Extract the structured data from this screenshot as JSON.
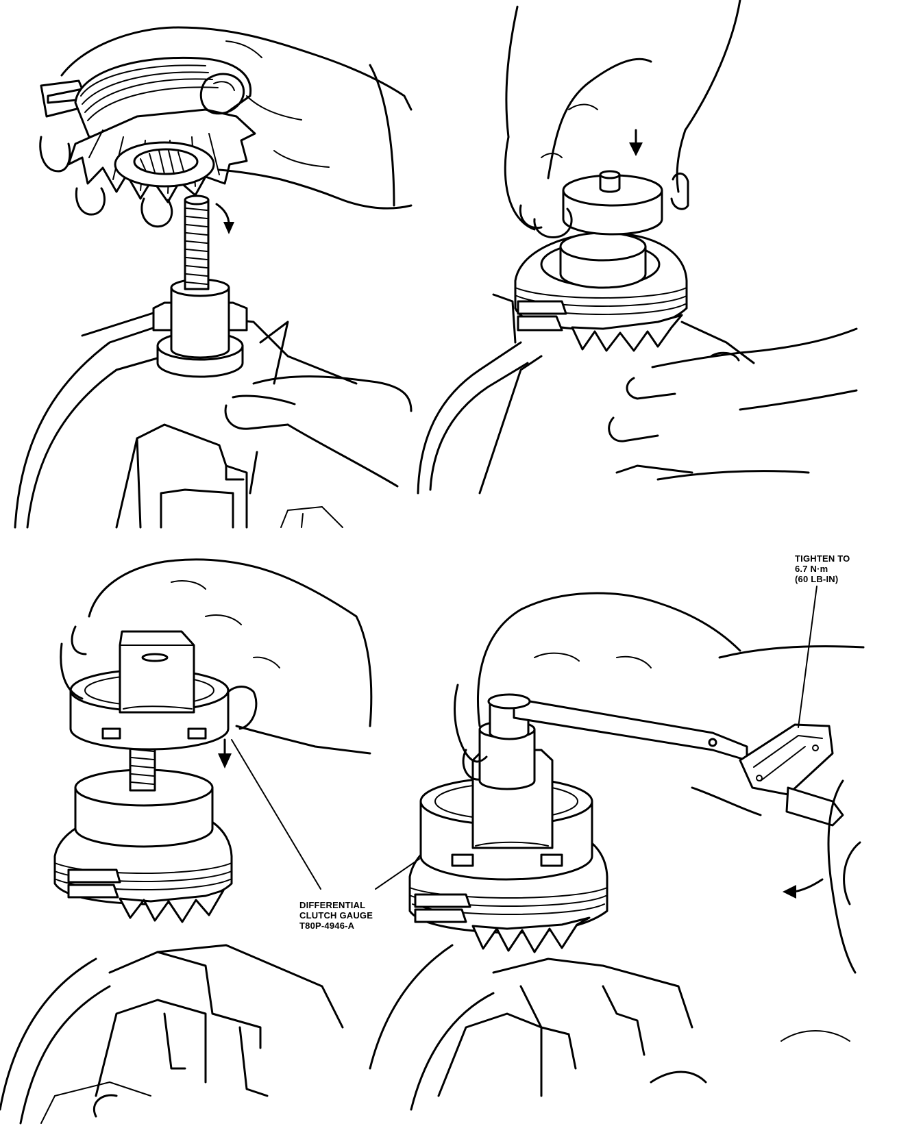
{
  "callouts": {
    "gauge": {
      "line1": "DIFFERENTIAL",
      "line2": "CLUTCH GAUGE",
      "line3": "T80P-4946-A"
    },
    "torque": {
      "line1": "TIGHTEN TO",
      "line2": "6.7 N·m",
      "line3": "(60 LB-IN)"
    }
  },
  "colors": {
    "ink": "#000000",
    "paper": "#ffffff"
  }
}
